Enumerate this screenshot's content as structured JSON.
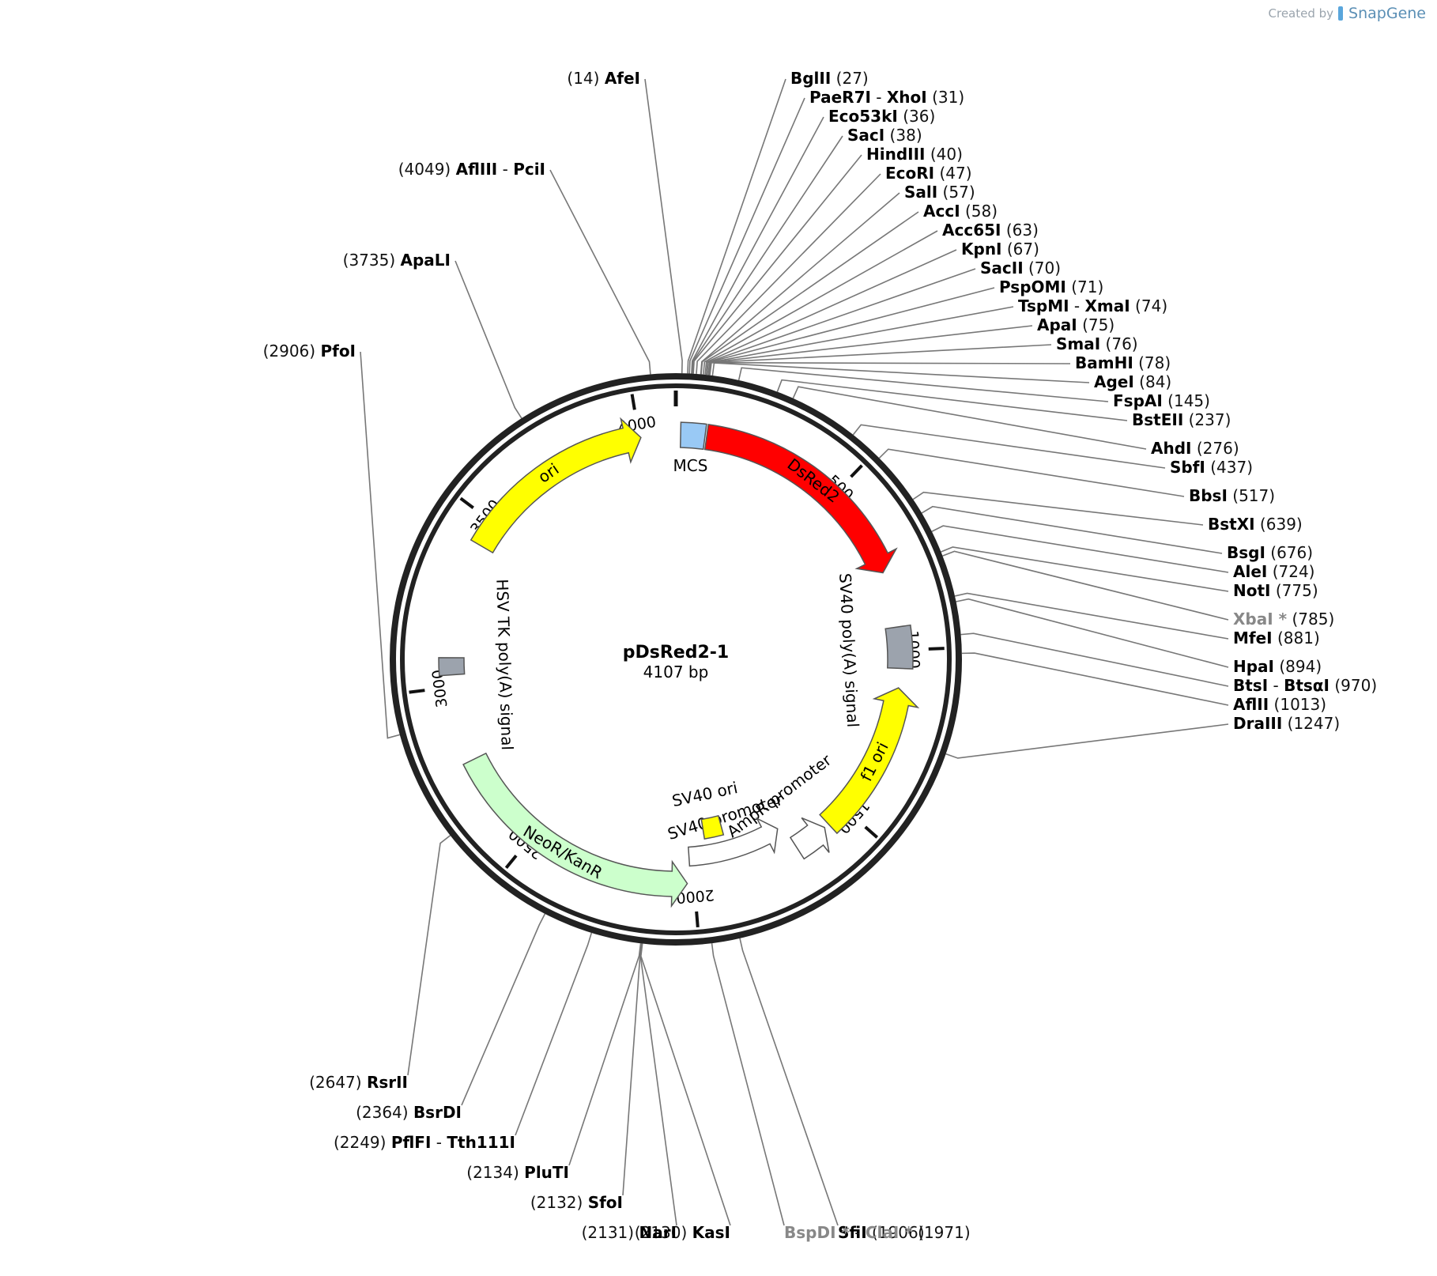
{
  "brand": {
    "created_by": "Created by",
    "product": "SnapGene"
  },
  "plasmid": {
    "name": "pDsRed2-1",
    "length_label": "4107 bp",
    "length": 4107
  },
  "ticks": [
    {
      "pos": 500,
      "label": "500"
    },
    {
      "pos": 1000,
      "label": "1000"
    },
    {
      "pos": 1500,
      "label": "1500"
    },
    {
      "pos": 2000,
      "label": "2000"
    },
    {
      "pos": 2500,
      "label": "2500"
    },
    {
      "pos": 3000,
      "label": "3000"
    },
    {
      "pos": 3500,
      "label": "3500"
    },
    {
      "pos": 4000,
      "label": "4000"
    }
  ],
  "features": [
    {
      "name": "MCS",
      "start": 14,
      "end": 85,
      "color": "#99c9f5",
      "type": "box"
    },
    {
      "name": "DsRed2",
      "start": 90,
      "end": 768,
      "color": "#ff0000",
      "type": "arrow",
      "dir": 1,
      "text_color": "#ffffff"
    },
    {
      "name": "SV40 poly(A) signal",
      "start": 932,
      "end": 1053,
      "color": "#9ca3ad",
      "type": "box"
    },
    {
      "name": "f1 ori",
      "start": 1110,
      "end": 1565,
      "color": "#ffff00",
      "type": "arrow",
      "dir": -1
    },
    {
      "name": "AmpR promoter",
      "start": 1580,
      "end": 1680,
      "color": "#ffffff",
      "type": "arrow",
      "dir": -1
    },
    {
      "name": "SV40 promoter",
      "start": 1700,
      "end": 2010,
      "color": "#ffffff",
      "type": "arrow",
      "dir": -1
    },
    {
      "name": "SV40 ori",
      "start": 1880,
      "end": 1950,
      "color": "#ffff00",
      "type": "box"
    },
    {
      "name": "NeoR/KanR",
      "start": 2020,
      "end": 2780,
      "color": "#ccffcc",
      "type": "arrow",
      "dir": -1
    },
    {
      "name": "HSV TK poly(A) signal",
      "start": 3035,
      "end": 3085,
      "color": "#9ca3ad",
      "type": "box"
    },
    {
      "name": "ori",
      "start": 3425,
      "end": 4005,
      "color": "#ffff00",
      "type": "arrow",
      "dir": 1
    }
  ],
  "sites": [
    {
      "name": "AfeI",
      "pos": 14,
      "pos_label": "(14)"
    },
    {
      "name": "BglII",
      "pos": 27,
      "pos_label": "(27)"
    },
    {
      "name": "PaeR7I",
      "name2": "XhoI",
      "pos": 31,
      "pos_label": "(31)"
    },
    {
      "name": "Eco53kI",
      "pos": 36,
      "pos_label": "(36)"
    },
    {
      "name": "SacI",
      "pos": 38,
      "pos_label": "(38)"
    },
    {
      "name": "HindIII",
      "pos": 40,
      "pos_label": "(40)"
    },
    {
      "name": "EcoRI",
      "pos": 47,
      "pos_label": "(47)"
    },
    {
      "name": "SalI",
      "pos": 57,
      "pos_label": "(57)"
    },
    {
      "name": "AccI",
      "pos": 58,
      "pos_label": "(58)"
    },
    {
      "name": "Acc65I",
      "pos": 63,
      "pos_label": "(63)"
    },
    {
      "name": "KpnI",
      "pos": 67,
      "pos_label": "(67)"
    },
    {
      "name": "SacII",
      "pos": 70,
      "pos_label": "(70)"
    },
    {
      "name": "PspOMI",
      "pos": 71,
      "pos_label": "(71)"
    },
    {
      "name": "TspMI",
      "name2": "XmaI",
      "pos": 74,
      "pos_label": "(74)"
    },
    {
      "name": "ApaI",
      "pos": 75,
      "pos_label": "(75)"
    },
    {
      "name": "SmaI",
      "pos": 76,
      "pos_label": "(76)"
    },
    {
      "name": "BamHI",
      "pos": 78,
      "pos_label": "(78)"
    },
    {
      "name": "AgeI",
      "pos": 84,
      "pos_label": "(84)"
    },
    {
      "name": "FspAI",
      "pos": 145,
      "pos_label": "(145)"
    },
    {
      "name": "BstEII",
      "pos": 237,
      "pos_label": "(237)"
    },
    {
      "name": "AhdI",
      "pos": 276,
      "pos_label": "(276)"
    },
    {
      "name": "SbfI",
      "pos": 437,
      "pos_label": "(437)"
    },
    {
      "name": "BbsI",
      "pos": 517,
      "pos_label": "(517)"
    },
    {
      "name": "BstXI",
      "pos": 639,
      "pos_label": "(639)"
    },
    {
      "name": "BsgI",
      "pos": 676,
      "pos_label": "(676)"
    },
    {
      "name": "AleI",
      "pos": 724,
      "pos_label": "(724)"
    },
    {
      "name": "NotI",
      "pos": 775,
      "pos_label": "(775)"
    },
    {
      "name": "XbaI",
      "star": "*",
      "muted": true,
      "pos": 785,
      "pos_label": "(785)"
    },
    {
      "name": "MfeI",
      "pos": 881,
      "pos_label": "(881)"
    },
    {
      "name": "HpaI",
      "pos": 894,
      "pos_label": "(894)"
    },
    {
      "name": "BtsI",
      "name2": "BtsαI",
      "pos": 970,
      "pos_label": "(970)"
    },
    {
      "name": "AflII",
      "pos": 1013,
      "pos_label": "(1013)"
    },
    {
      "name": "DraIII",
      "pos": 1247,
      "pos_label": "(1247)"
    },
    {
      "name": "SfiI",
      "pos": 1906,
      "pos_label": "(1906)"
    },
    {
      "name": "BspDI",
      "star": "*",
      "name2": "ClaI",
      "star2": "*",
      "muted": true,
      "pos": 1971,
      "pos_label": "(1971)"
    },
    {
      "name": "KasI",
      "pos": 2130,
      "pos_label": "(2130)"
    },
    {
      "name": "NarI",
      "pos": 2131,
      "pos_label": "(2131)"
    },
    {
      "name": "SfoI",
      "pos": 2132,
      "pos_label": "(2132)"
    },
    {
      "name": "PluTI",
      "pos": 2134,
      "pos_label": "(2134)"
    },
    {
      "name": "PflFI",
      "name2": "Tth111I",
      "pos": 2249,
      "pos_label": "(2249)"
    },
    {
      "name": "BsrDI",
      "pos": 2364,
      "pos_label": "(2364)"
    },
    {
      "name": "RsrII",
      "pos": 2647,
      "pos_label": "(2647)"
    },
    {
      "name": "PfoI",
      "pos": 2906,
      "pos_label": "(2906)"
    },
    {
      "name": "ApaLI",
      "pos": 3735,
      "pos_label": "(3735)"
    },
    {
      "name": "AflIII",
      "name2": "PciI",
      "pos": 4049,
      "pos_label": "(4049)"
    }
  ]
}
